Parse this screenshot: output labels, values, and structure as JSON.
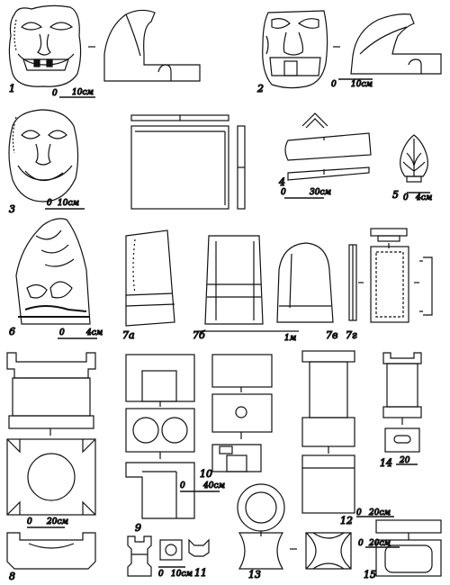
{
  "figure_numbers": [
    "1",
    "2",
    "3",
    "4",
    "5",
    "6",
    "7а",
    "7б",
    "7в",
    "7г",
    "8",
    "9",
    "10",
    "11",
    "12",
    "13",
    "14",
    "15"
  ],
  "scales": {
    "s1": {
      "zero": "0",
      "value": "10см"
    },
    "s2": {
      "zero": "0",
      "value": "10см"
    },
    "s3": {
      "zero": "0",
      "value": "10см"
    },
    "s4": {
      "zero": "0",
      "value": "30см"
    },
    "s5": {
      "zero": "0",
      "value": "4см"
    },
    "s6": {
      "zero": "0",
      "value": "4см"
    },
    "s7": {
      "value": "1м"
    },
    "s8": {
      "zero": "0",
      "value": "20см"
    },
    "s9": {
      "zero": "0",
      "value": "40см"
    },
    "s11": {
      "zero": "0",
      "value": "10см"
    },
    "s12": {
      "zero": "0",
      "value": "20см"
    },
    "s14": {
      "value": "20"
    },
    "s15": {
      "zero": "0",
      "value": "20см"
    }
  }
}
